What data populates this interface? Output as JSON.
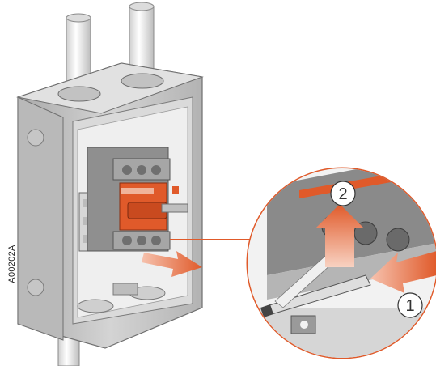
{
  "figure": {
    "code": "A00202A",
    "steps": [
      {
        "number": "1"
      },
      {
        "number": "2"
      }
    ]
  },
  "colors": {
    "accent_orange": "#e05a2a",
    "enclosure_grey": "#c9c9c9",
    "enclosure_dark": "#8e8e8e",
    "cable_white": "#f2f2f2"
  }
}
